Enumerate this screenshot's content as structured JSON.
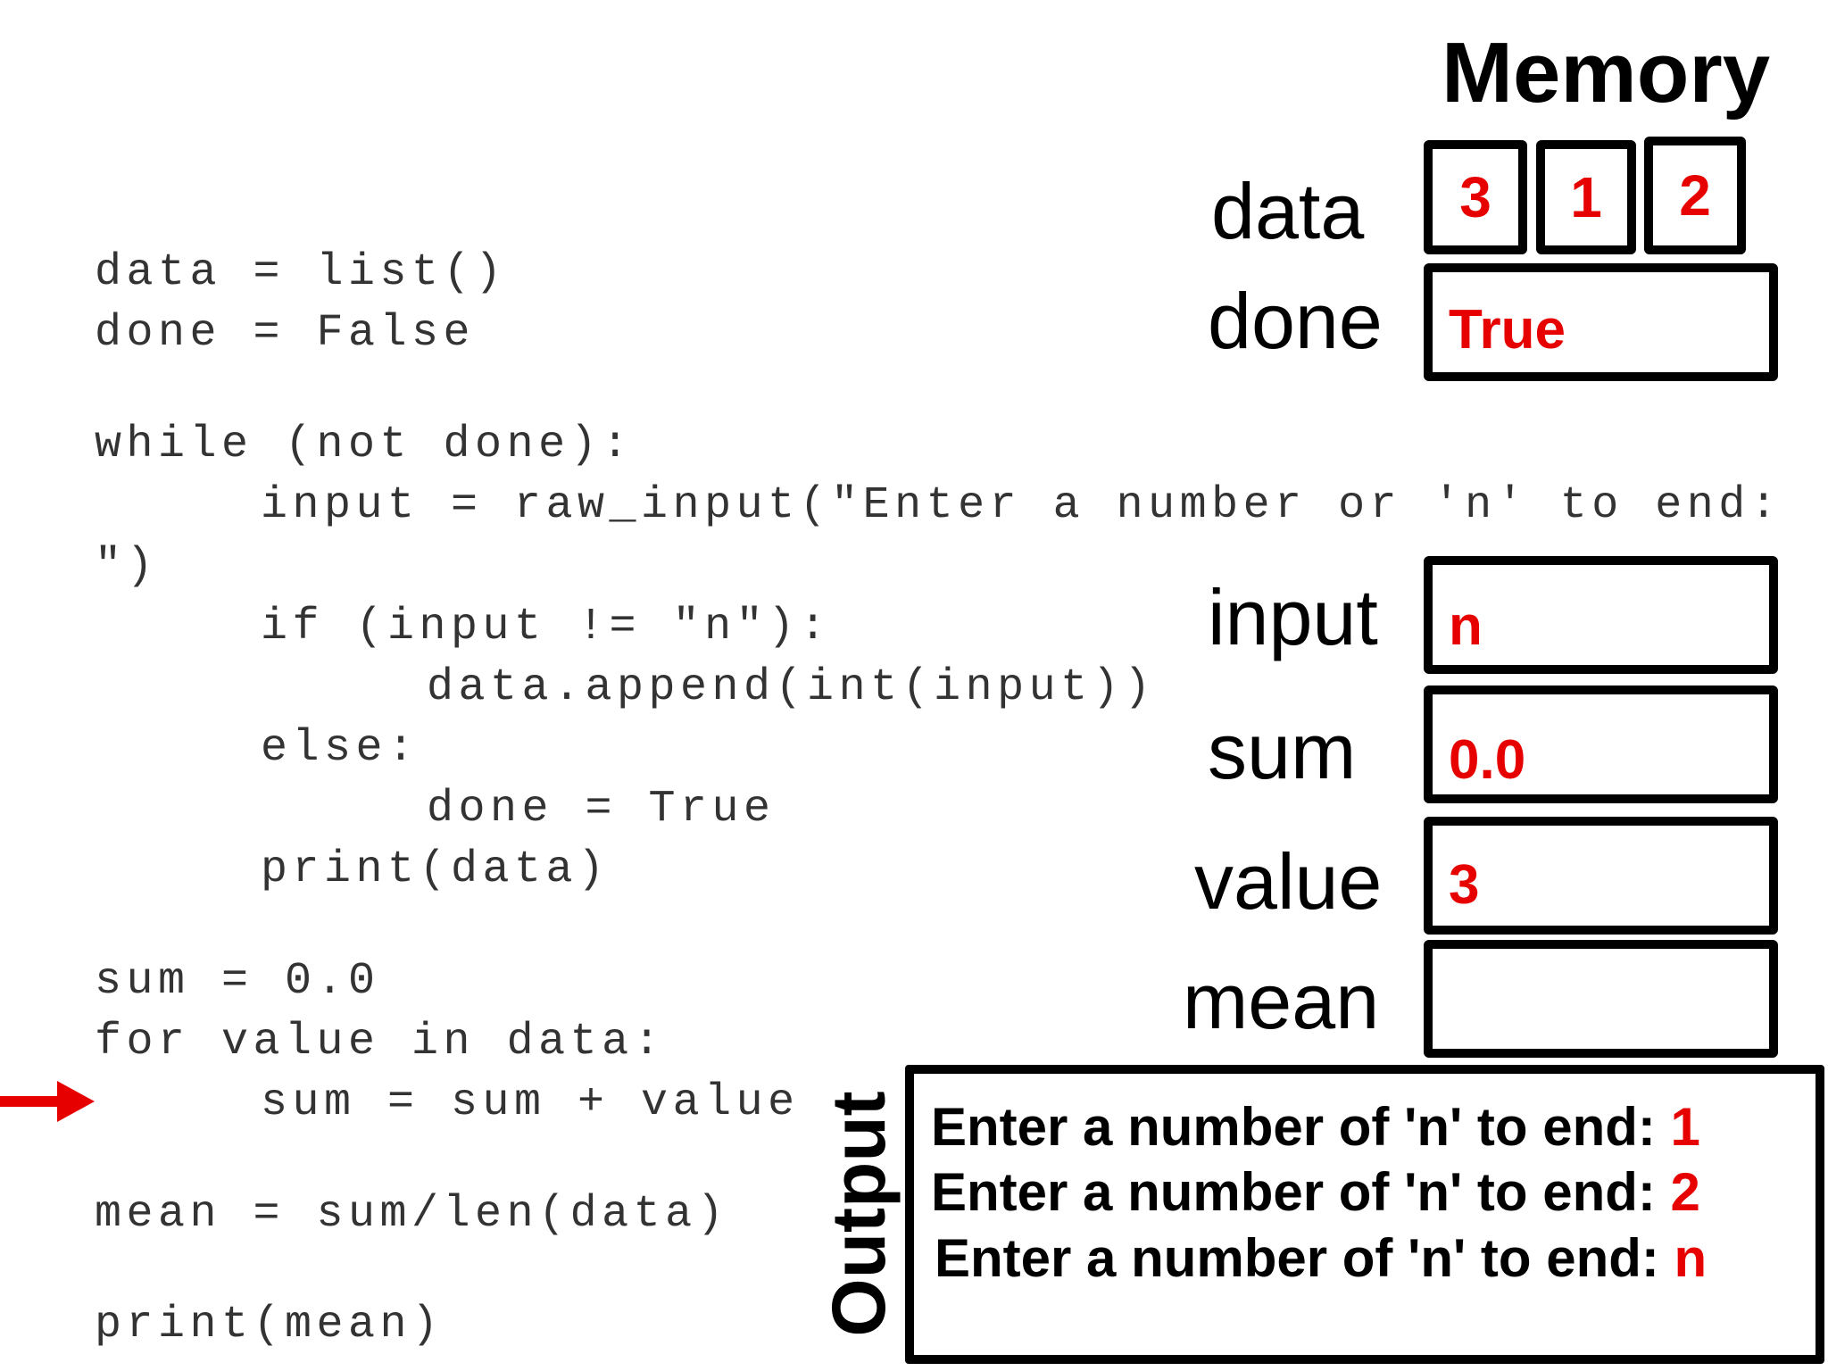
{
  "code": {
    "lines": [
      "data = list()",
      "done = False",
      "while (not done):",
      "input = raw_input(\"Enter a number or 'n' to end:",
      "\")",
      "if (input != \"n\"):",
      "data.append(int(input))",
      "else:",
      "done = True",
      "print(data)",
      "sum = 0.0",
      "for value in data:",
      "sum = sum + value",
      "mean = sum/len(data)",
      "print(mean)"
    ],
    "current_line": "sum = sum + value",
    "arrow_color": "#e60000"
  },
  "memory": {
    "title": "Memory",
    "variables": {
      "data": {
        "label": "data",
        "cells": [
          "3",
          "1",
          "2"
        ]
      },
      "done": {
        "label": "done",
        "value": "True"
      },
      "input": {
        "label": "input",
        "value": "n"
      },
      "sum": {
        "label": "sum",
        "value": "0.0"
      },
      "value": {
        "label": "value",
        "value": "3"
      },
      "mean": {
        "label": "mean",
        "value": ""
      }
    },
    "value_color": "#e60000"
  },
  "output": {
    "label": "Output",
    "lines": [
      {
        "prompt": "Enter a number of 'n' to end: ",
        "entry": "1"
      },
      {
        "prompt": "Enter a number of 'n' to end: ",
        "entry": "2"
      },
      {
        "prompt": "Enter a number of 'n' to end: ",
        "entry": "n"
      }
    ]
  }
}
